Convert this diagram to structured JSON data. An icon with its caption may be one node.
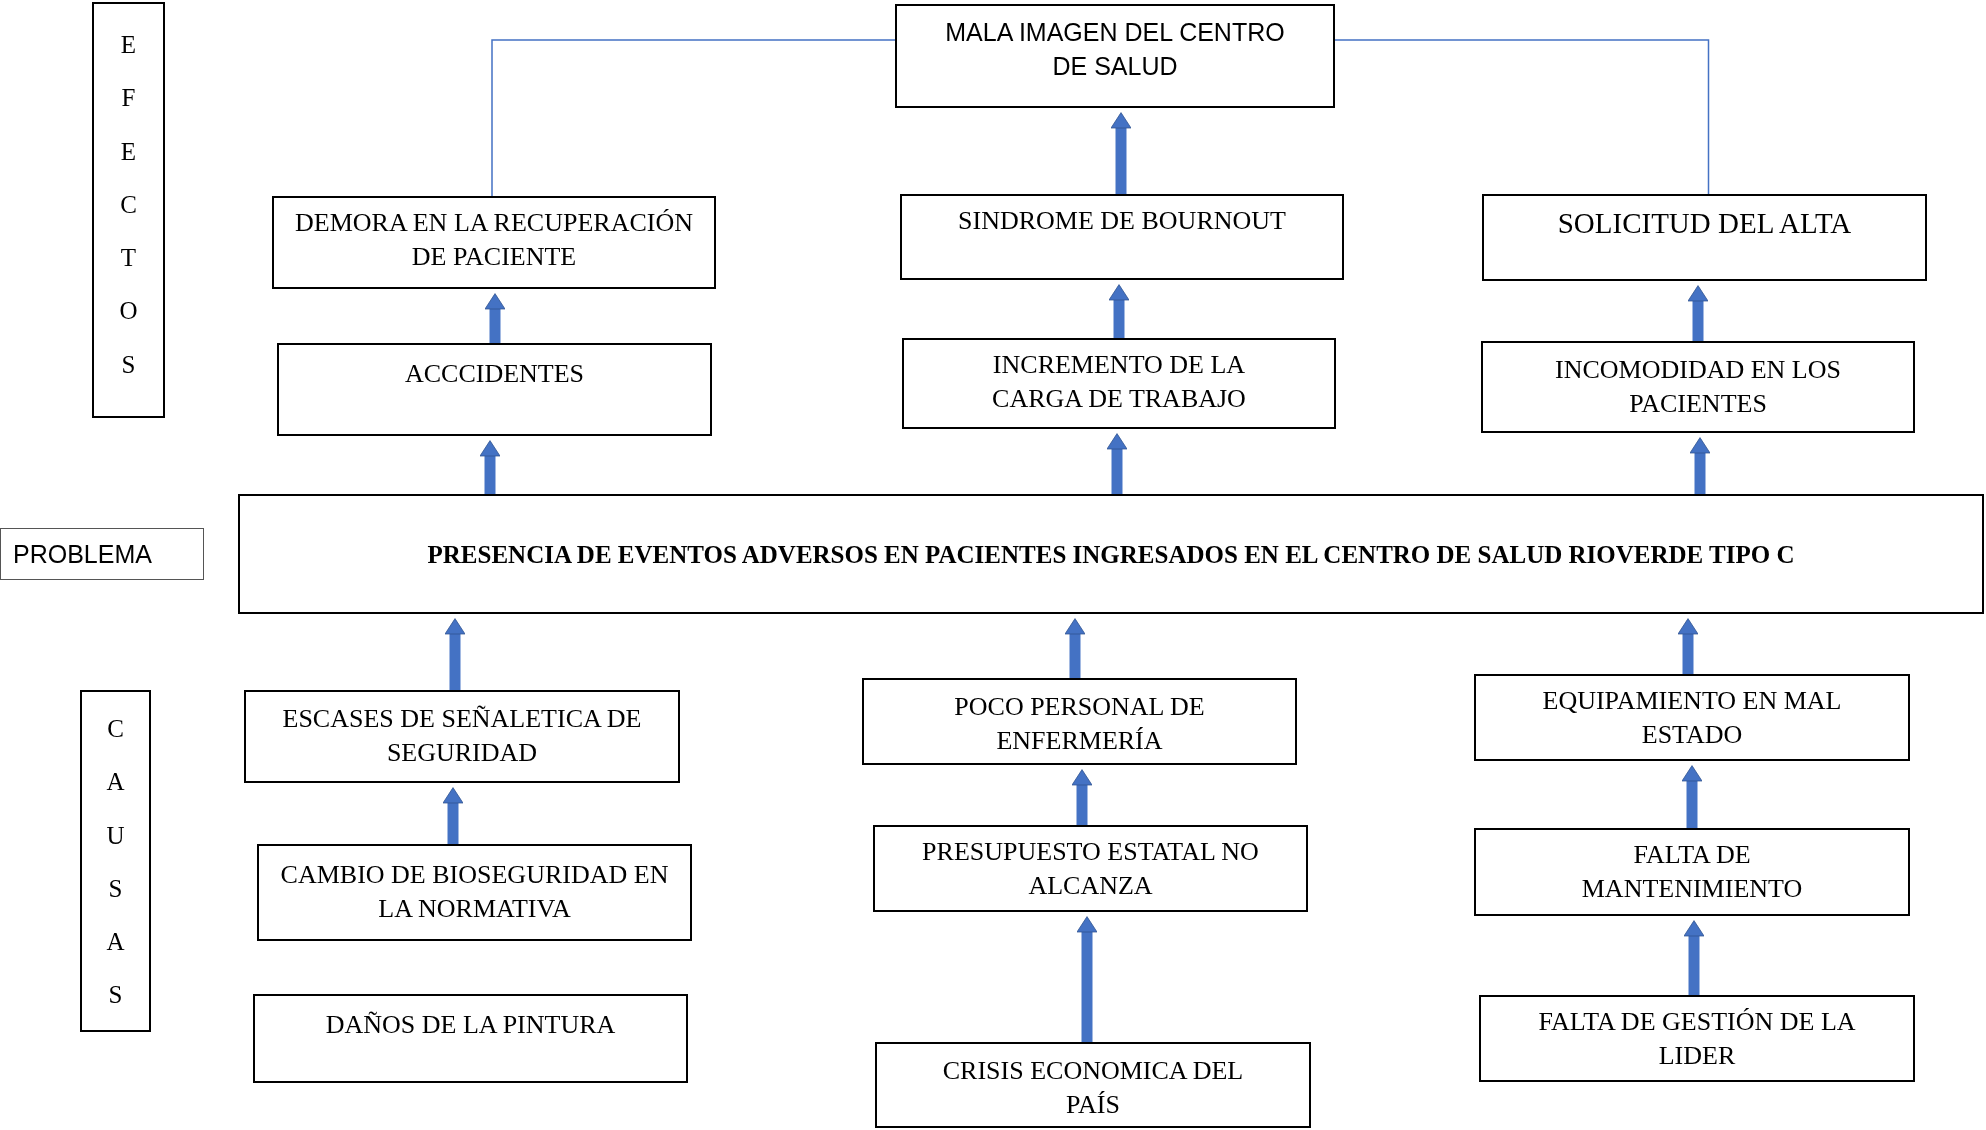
{
  "diagram": {
    "nodes": [
      {
        "text": [
          "EFECTOS"
        ]
      },
      {
        "text": [
          "MALA IMAGEN DEL CENTRO DE SALUD"
        ]
      },
      {
        "text": [
          "DEMORA EN LA RECUPERACIÓN DE PACIENTE"
        ]
      },
      {
        "text": [
          "SINDROME DE BOURNOUT"
        ]
      },
      {
        "text": [
          "SOLICITUD DEL ALTA"
        ]
      },
      {
        "text": [
          "ACCCIDENTES"
        ]
      },
      {
        "text": [
          "INCREMENTO DE LA CARGA DE TRABAJO"
        ]
      },
      {
        "text": [
          "INCOMODIDAD EN LOS PACIENTES"
        ]
      },
      {
        "text": [
          "PROBLEMA"
        ]
      },
      {
        "text": [
          "PRESENCIA DE EVENTOS ADVERSOS EN PACIENTES INGRESADOS EN EL CENTRO DE SALUD RIOVERDE TIPO C"
        ]
      },
      {
        "text": [
          "CAUSAS"
        ]
      },
      {
        "text": [
          "ESCASES DE SEÑALETICA DE SEGURIDAD"
        ]
      },
      {
        "text": [
          "POCO PERSONAL DE ENFERMERÍA"
        ]
      },
      {
        "text": [
          "EQUIPAMIENTO EN MAL ESTADO"
        ]
      },
      {
        "text": [
          "CAMBIO DE BIOSEGURIDAD EN LA NORMATIVA"
        ]
      },
      {
        "text": [
          "PRESUPUESTO ESTATAL NO ALCANZA"
        ]
      },
      {
        "text": [
          "FALTA DE MANTENIMIENTO"
        ]
      },
      {
        "text": [
          "DAÑOS DE LA PINTURA"
        ]
      },
      {
        "text": [
          "CRISIS ECONOMICA DEL PAÍS"
        ]
      },
      {
        "text": [
          "FALTA DE GESTIÓN DE LA LIDER"
        ]
      }
    ],
    "edges": [
      {
        "from": 2,
        "to": 1,
        "arrow": "none"
      },
      {
        "from": 4,
        "to": 1,
        "arrow": "none"
      },
      {
        "from": 3,
        "to": 1,
        "arrow": "to"
      },
      {
        "from": 5,
        "to": 2,
        "arrow": "to"
      },
      {
        "from": 6,
        "to": 3,
        "arrow": "to"
      },
      {
        "from": 7,
        "to": 4,
        "arrow": "to"
      },
      {
        "from": 9,
        "to": 5,
        "arrow": "to"
      },
      {
        "from": 9,
        "to": 6,
        "arrow": "to"
      },
      {
        "from": 9,
        "to": 7,
        "arrow": "to"
      },
      {
        "from": 11,
        "to": 9,
        "arrow": "to"
      },
      {
        "from": 12,
        "to": 9,
        "arrow": "to"
      },
      {
        "from": 13,
        "to": 9,
        "arrow": "to"
      },
      {
        "from": 14,
        "to": 11,
        "arrow": "to"
      },
      {
        "from": 15,
        "to": 12,
        "arrow": "to"
      },
      {
        "from": 16,
        "to": 13,
        "arrow": "to"
      },
      {
        "from": 18,
        "to": 15,
        "arrow": "to"
      },
      {
        "from": 19,
        "to": 16,
        "arrow": "to"
      }
    ]
  }
}
